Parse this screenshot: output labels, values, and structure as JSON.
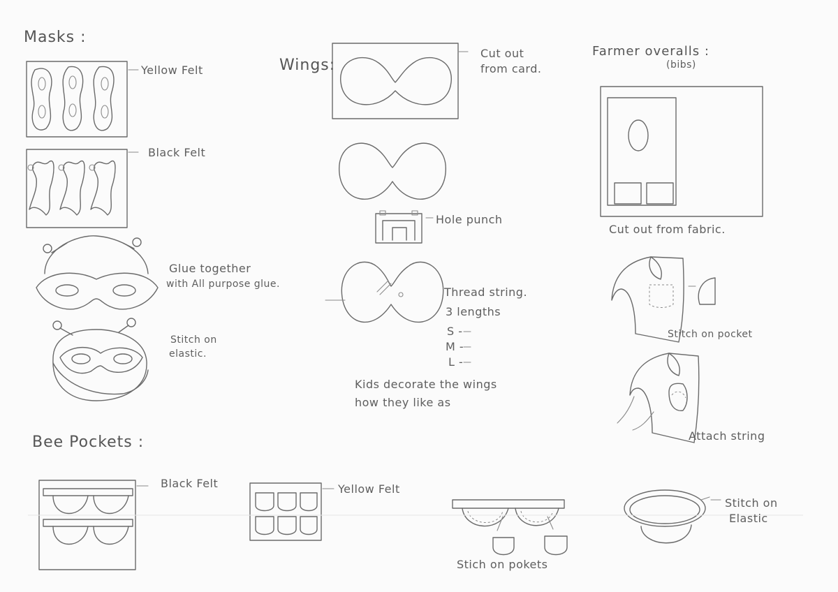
{
  "sections": {
    "masks": {
      "title": "Masks :",
      "yellow_felt": "Yellow Felt",
      "black_felt": "Black Felt",
      "glue_line1": "Glue together",
      "glue_line2": "with All purpose glue.",
      "stitch_line1": "Stitch on",
      "stitch_line2": "elastic."
    },
    "wings": {
      "title": "Wings:",
      "cut_line1": "Cut out",
      "cut_line2": "from card.",
      "hole_punch": "Hole punch",
      "thread": "Thread string.",
      "lengths": "3 lengths",
      "size_s": "S -",
      "size_m": "M -",
      "size_l": "L -",
      "decorate_line1": "Kids decorate the wings",
      "decorate_line2": "how they like as"
    },
    "overalls": {
      "title": "Farmer overalls :",
      "subtitle": "(bibs)",
      "cut_fabric": "Cut out from fabric.",
      "stitch_pocket": "Stitch on pocket",
      "attach_string": "Attach string"
    },
    "pockets": {
      "title": "Bee Pockets :",
      "black_felt": "Black Felt",
      "yellow_felt": "Yellow Felt",
      "stitch_pockets": "Stich on pokets",
      "stitch_elastic_line1": "Stitch on",
      "stitch_elastic_line2": "Elastic"
    }
  },
  "colors": {
    "paper": "#fbfbfb",
    "pencil": "#6a6a6a"
  }
}
